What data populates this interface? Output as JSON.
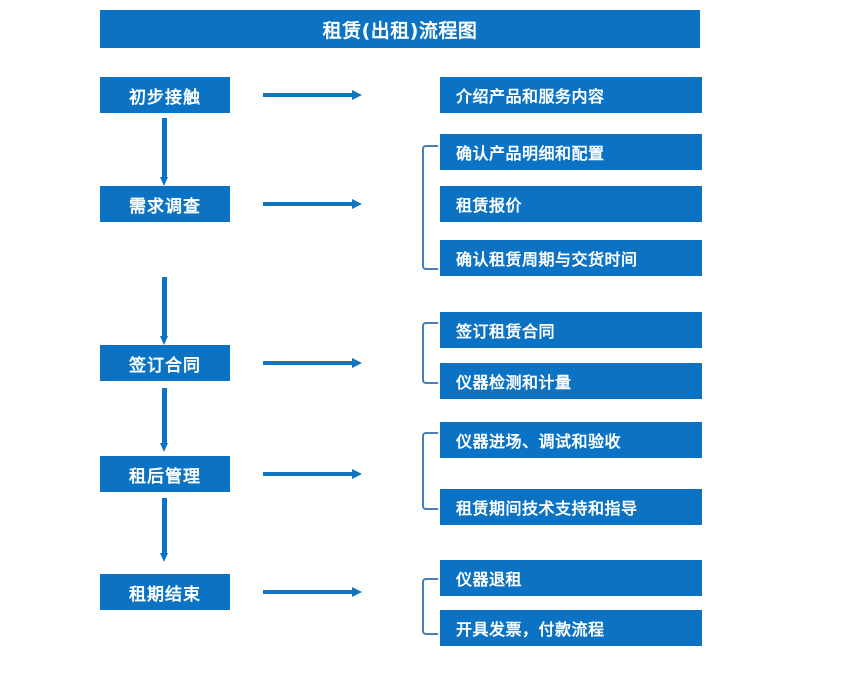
{
  "theme": {
    "box_fill": "#0b72c4",
    "box_text": "#ffffff",
    "arrow": "#1275c0",
    "bracket": "#4a7fb5",
    "background": "#ffffff"
  },
  "title": "租赁(出租)流程图",
  "stages": [
    {
      "label": "初步接触"
    },
    {
      "label": "需求调查"
    },
    {
      "label": "签订合同"
    },
    {
      "label": "租后管理"
    },
    {
      "label": "租期结束"
    }
  ],
  "details": [
    {
      "label": "介绍产品和服务内容"
    },
    {
      "label": "确认产品明细和配置"
    },
    {
      "label": "租赁报价"
    },
    {
      "label": "确认租赁周期与交货时间"
    },
    {
      "label": "签订租赁合同"
    },
    {
      "label": "仪器检测和计量"
    },
    {
      "label": "仪器进场、调试和验收"
    },
    {
      "label": "租赁期间技术支持和指导"
    },
    {
      "label": "仪器退租"
    },
    {
      "label": "开具发票，付款流程"
    }
  ],
  "connectors": {
    "horizontal_arrow_icon": "arrow-right-icon",
    "vertical_arrow_icon": "arrow-down-icon",
    "bracket_icon": "group-bracket-icon"
  }
}
